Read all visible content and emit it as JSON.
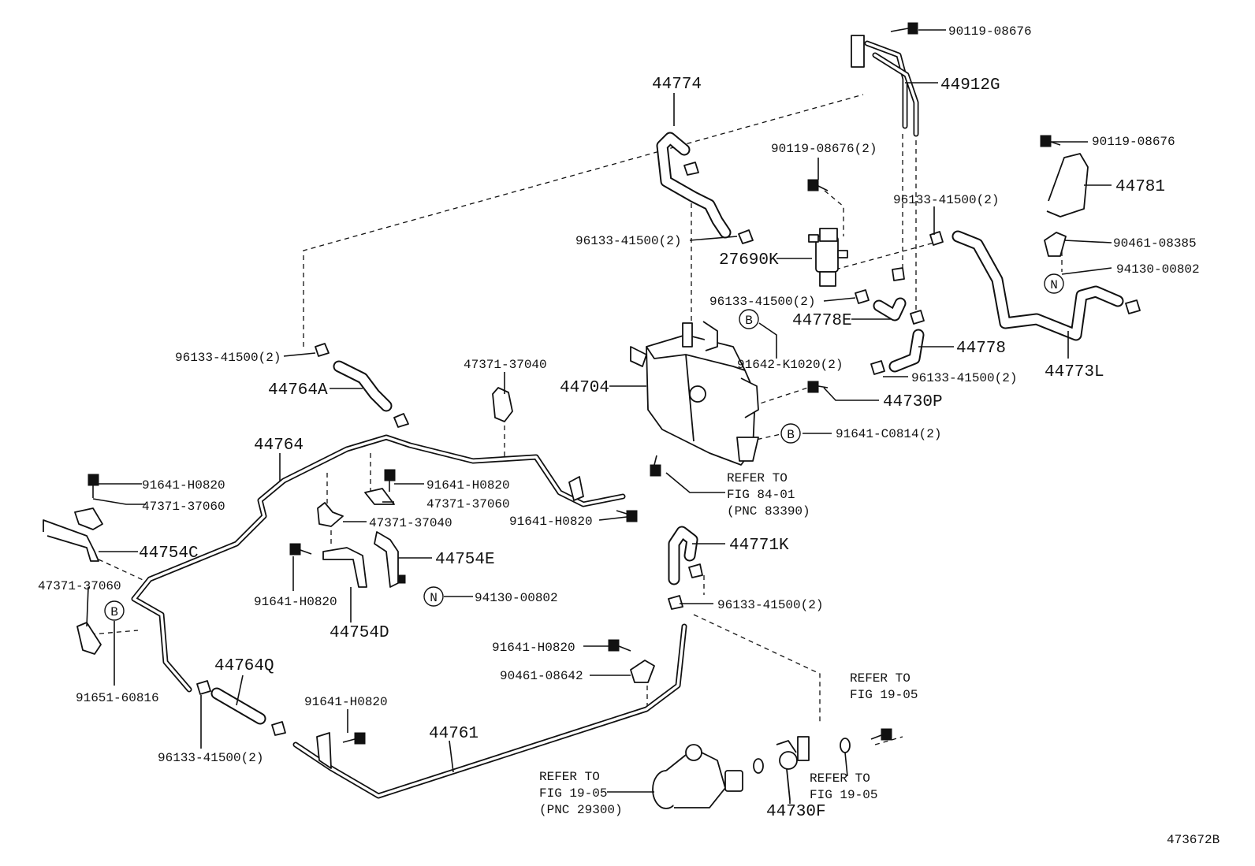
{
  "diagram_id": "473672B",
  "labels": {
    "p44774": "44774",
    "p44912g": "44912G",
    "p90119_top": "90119-08676",
    "p90119_mid": "90119-08676(2)",
    "p90119_right": "90119-08676",
    "p44781": "44781",
    "p96133_upper_mid": "96133-41500(2)",
    "p96133_right": "96133-41500(2)",
    "p90461_08385": "90461-08385",
    "p27690k": "27690K",
    "p94130_right": "94130-00802",
    "p96133_lower_mid": "96133-41500(2)",
    "p44778e": "44778E",
    "p44778": "44778",
    "p44773l": "44773L",
    "p96133_left": "96133-41500(2)",
    "p91642": "91642-K1020(2)",
    "p47371_37040_top": "47371-37040",
    "p44704": "44704",
    "p96133_tank": "96133-41500(2)",
    "p44764a": "44764A",
    "p44730p": "44730P",
    "p91641_c0814": "91641-C0814(2)",
    "p44764": "44764",
    "p91641_h0820_a": "91641-H0820",
    "p91641_h0820_b": "91641-H0820",
    "p47371_37060_a": "47371-37060",
    "p47371_37060_b": "47371-37060",
    "p91641_h0820_c": "91641-H0820",
    "p47371_37040_mid": "47371-37040",
    "p44754c": "44754C",
    "p44754e": "44754E",
    "p44771k": "44771K",
    "p47371_37060_c": "47371-37060",
    "p94130_mid": "94130-00802",
    "p91641_h0820_d": "91641-H0820",
    "p96133_44771": "96133-41500(2)",
    "p44754d": "44754D",
    "p91641_h0820_e": "91641-H0820",
    "p90461_08642": "90461-08642",
    "p44764q": "44764Q",
    "p91651": "91651-60816",
    "p91641_h0820_f": "91641-H0820",
    "p96133_bottom": "96133-41500(2)",
    "p44761": "44761",
    "p44730f": "44730F"
  },
  "references": {
    "fig84": [
      "REFER TO",
      "FIG 84-01",
      "(PNC 83390)"
    ],
    "fig19_top": [
      "REFER TO",
      "FIG 19-05"
    ],
    "fig19_pump": [
      "REFER TO",
      "FIG 19-05",
      "(PNC 29300)"
    ],
    "fig19_right": [
      "REFER TO",
      "FIG 19-05"
    ]
  },
  "markers": {
    "b": "B",
    "n": "N"
  }
}
